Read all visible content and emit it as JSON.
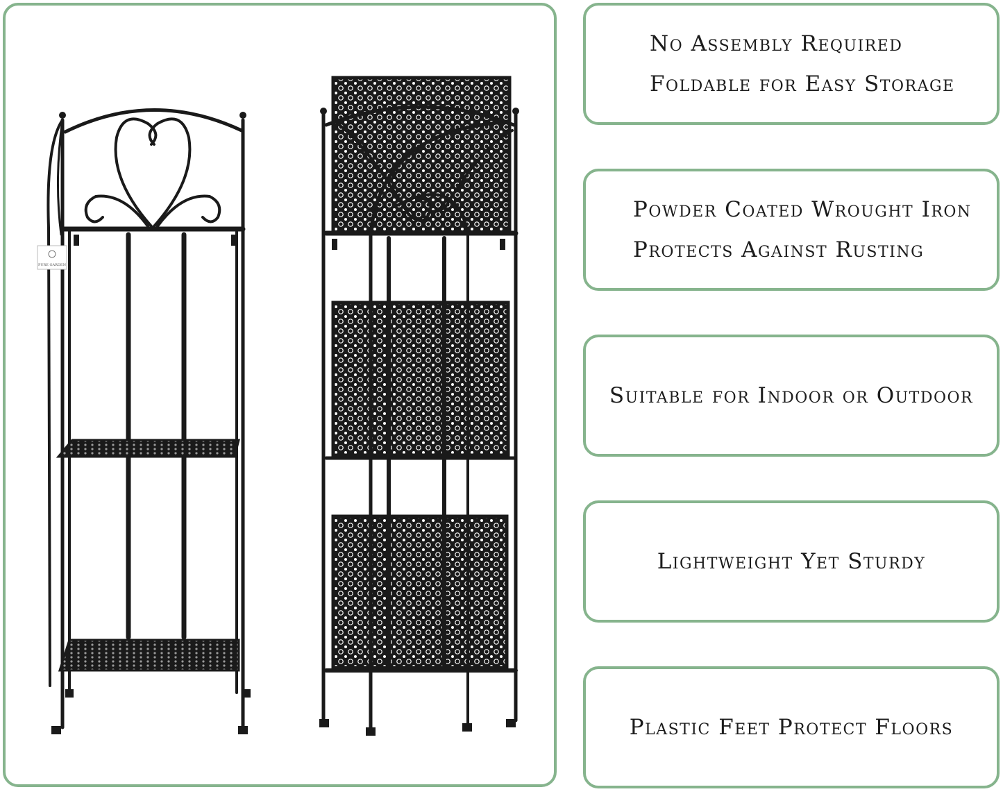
{
  "product_image": {
    "brand_tag": "PURE GARDEN",
    "frame_color": "#1a1a1a",
    "border_color": "#86b48d"
  },
  "features": [
    {
      "lines": [
        "No Assembly Required",
        "Foldable for Easy Storage"
      ]
    },
    {
      "lines": [
        "Powder Coated Wrought Iron",
        "Protects Against Rusting"
      ]
    },
    {
      "lines": [
        "Suitable for Indoor or Outdoor"
      ]
    },
    {
      "lines": [
        "Lightweight Yet Sturdy"
      ]
    },
    {
      "lines": [
        "Plastic Feet Protect Floors"
      ]
    }
  ]
}
